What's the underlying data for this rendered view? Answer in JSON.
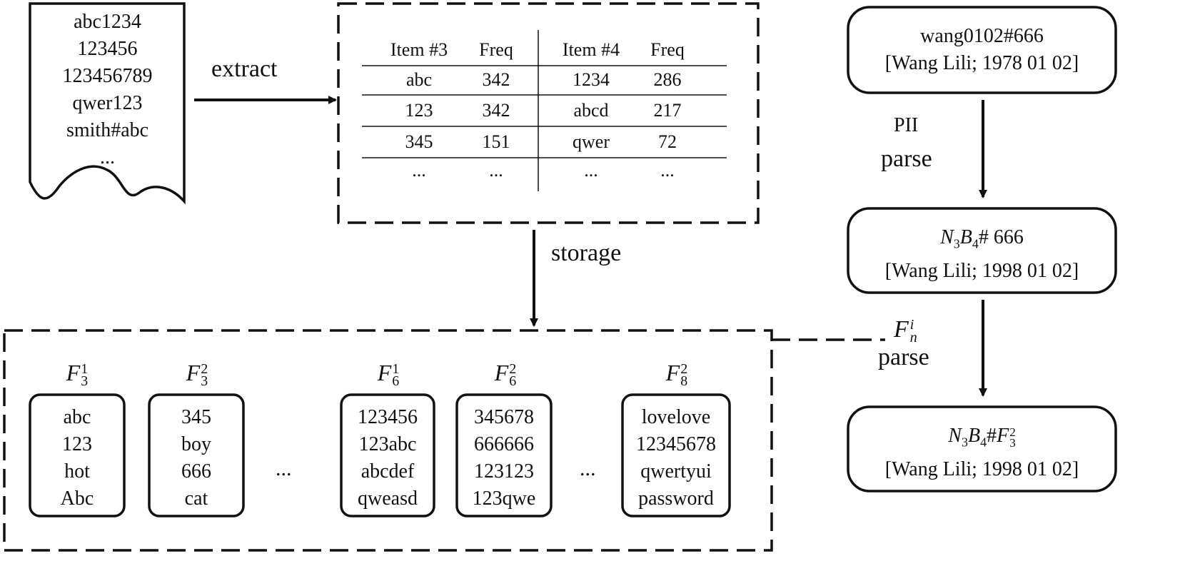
{
  "source_document": {
    "lines": [
      "abc1234",
      "123456",
      "123456789",
      "qwer123",
      "smith#abc",
      "..."
    ]
  },
  "arrows": {
    "extract": "extract",
    "storage": "storage",
    "pii_parse_top": "PII",
    "pii_parse_bottom": "parse",
    "fni_parse": "parse"
  },
  "freq_table": {
    "headers": [
      "Item #3",
      "Freq",
      "Item #4",
      "Freq"
    ],
    "rows": [
      [
        "abc",
        "342",
        "1234",
        "286"
      ],
      [
        "123",
        "342",
        "abcd",
        "217"
      ],
      [
        "345",
        "151",
        "qwer",
        "72"
      ],
      [
        "...",
        "...",
        "...",
        "..."
      ]
    ]
  },
  "storage_groups": [
    {
      "symbol_base": "F",
      "sub": "3",
      "sup": "1",
      "items": [
        "abc",
        "123",
        "hot",
        "Abc"
      ]
    },
    {
      "symbol_base": "F",
      "sub": "3",
      "sup": "2",
      "items": [
        "345",
        "boy",
        "666",
        "cat"
      ]
    },
    {
      "symbol_base": "F",
      "sub": "6",
      "sup": "1",
      "items": [
        "123456",
        "123abc",
        "abcdef",
        "qweasd"
      ]
    },
    {
      "symbol_base": "F",
      "sub": "6",
      "sup": "2",
      "items": [
        "345678",
        "666666",
        "123123",
        "123qwe"
      ]
    },
    {
      "symbol_base": "F",
      "sub": "8",
      "sup": "2",
      "items": [
        "lovelove",
        "12345678",
        "qwertyui",
        "password"
      ]
    }
  ],
  "ellipses": [
    "...",
    "..."
  ],
  "fni_symbol": {
    "base": "F",
    "sub": "n",
    "sup": "i"
  },
  "right_flow": {
    "box1": {
      "line1": "wang0102#666",
      "line2": "[Wang Lili; 1978 01 02]"
    },
    "box2": {
      "line1_suffix": "# 666",
      "line2": "[Wang Lili; 1998 01 02]"
    },
    "box3": {
      "line1_hash": "#",
      "line2": "[Wang Lili; 1998 01 02]"
    }
  }
}
